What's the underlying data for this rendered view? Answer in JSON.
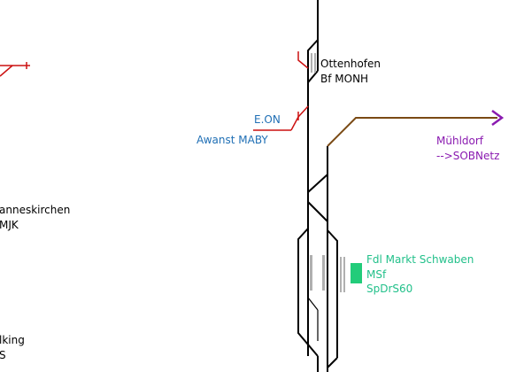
{
  "colors": {
    "background": "#ffffff",
    "track": "#000000",
    "siding_private": "#cc1111",
    "label_private": "#1f6fb5",
    "connection_brown": "#7a4a14",
    "label_connection": "#8a1ab0",
    "signal_box": "#22cc7a",
    "label_station": "#000000",
    "platform": "#b0b0b0"
  },
  "labels": {
    "ottenhofen_name": "Ottenhofen",
    "ottenhofen_code": "Bf MONH",
    "eon_name": "E.ON",
    "eon_code": "Awanst MABY",
    "muehldorf_name": "Mühldorf",
    "muehldorf_operator": "-->SOBNetz",
    "schwaben_name": "Fdl Markt Schwaben",
    "schwaben_code1": "MSf",
    "schwaben_code2": "SpDrS60",
    "left_station1_name": "anneskirchen",
    "left_station1_code": "MJK",
    "left_station2_name": "lking",
    "left_station2_code": "S"
  },
  "icons": {
    "connection_arrow": "chevron-right-arrow",
    "signal_box": "signal-box-marker"
  }
}
